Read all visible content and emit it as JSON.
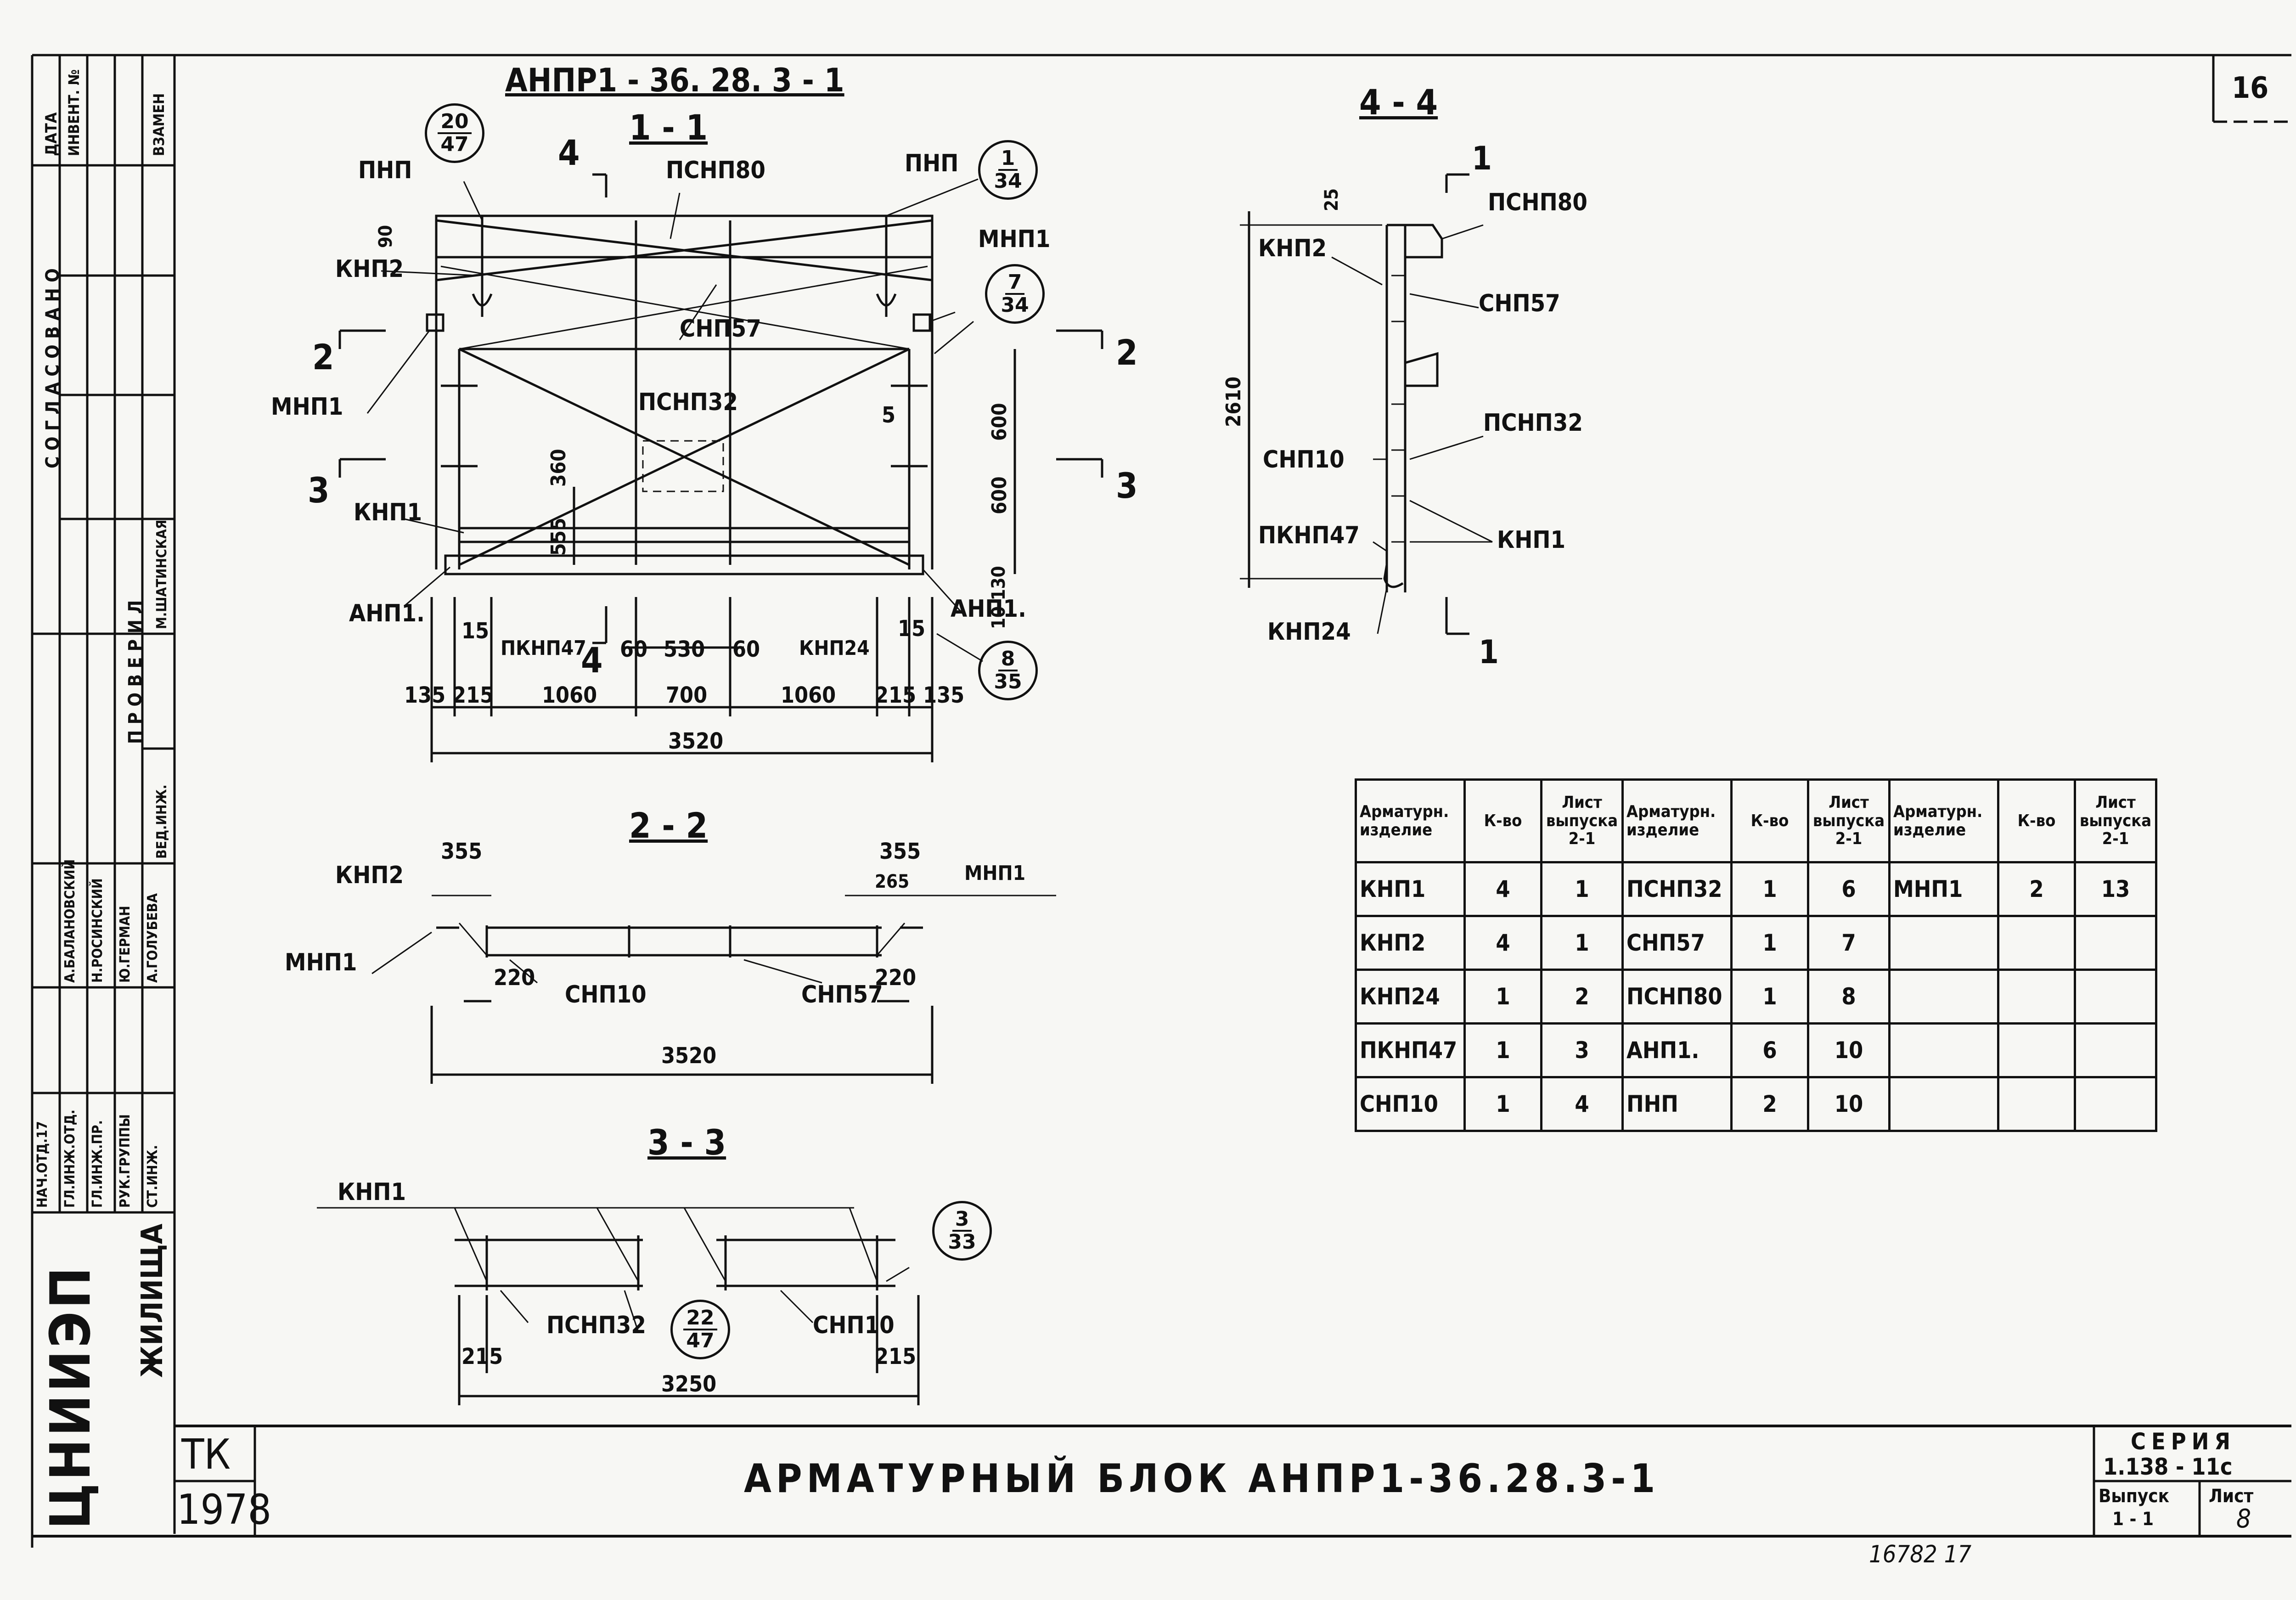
{
  "sheet": {
    "page_number": "16",
    "drawing_title": "АРМАТУРНЫЙ БЛОК АНПР1-36.28.3-1",
    "mark": "АНПР1 - 36. 28. 3 - 1",
    "sheet_ref": "16782   17"
  },
  "title_block": {
    "series_label": "СЕРИЯ",
    "series_value": "1.138 - 11с",
    "issue_label": "Выпуск",
    "issue_value": "1 - 1",
    "sheet_label": "Лист",
    "sheet_value": "8",
    "tk": "ТК",
    "year": "1978",
    "org": "ЦНИИЭП",
    "org_suffix": "ЖИЛИЩА"
  },
  "side_stamp": {
    "agreed": "С О Г Л А С О В А Н О",
    "date": "ДАТА",
    "inv": "ИНВЕНТ. №",
    "replace": "ВЗАМЕН",
    "checked": "П Р О В Е Р И Л",
    "roles": [
      "НАЧ.ОТД.17",
      "ГЛ.ИНЖ.ОТД.",
      "ГЛ.ИНЖ.ПР.",
      "РУК.ГРУППЫ",
      "СТ.ИНЖ.",
      "ВЕД.ИНЖ."
    ],
    "names": [
      "А.БАЛАНОВСКИЙ",
      "Н.РОСИНСКИЙ",
      "Ю.ГЕРМАН",
      "А.ГОЛУБЕВА",
      "М.ШАТИНСКАЯ"
    ]
  },
  "section_1_1": {
    "title": "1 - 1",
    "labels": {
      "pnp_l": "ПНП",
      "pnp_r": "ПНП",
      "psnp80": "ПСНП80",
      "knp2": "КНП2",
      "mnp1_r": "МНП1",
      "snp57": "СНП57",
      "mnp1_l": "МНП1",
      "psnp32": "ПСНП32",
      "knp1": "КНП1",
      "anp1_l": "АНП1.",
      "anp1_r": "АНП1.",
      "pknp47": "ПКНП47",
      "knp24": "КНП24",
      "cut4_top": "4",
      "cut4_bot": "4",
      "cut2_l": "2",
      "cut2_r": "2",
      "cut3_l": "3",
      "cut3_r": "3"
    },
    "dims": {
      "d90": "90",
      "d5": "5",
      "d600a": "600",
      "d600b": "600",
      "d360": "360",
      "d555": "555",
      "d10_130": "10 130",
      "d15a": "15",
      "d15b": "15",
      "d60a": "60",
      "d530": "530",
      "d60b": "60",
      "row1": [
        "135",
        "215",
        "1060",
        "700",
        "1060",
        "215",
        "135"
      ],
      "total": "3520"
    },
    "refs": [
      {
        "top": "20",
        "bot": "47"
      },
      {
        "top": "1",
        "bot": "34"
      },
      {
        "top": "7",
        "bot": "34"
      },
      {
        "top": "8",
        "bot": "35"
      }
    ]
  },
  "section_4_4": {
    "title": "4 - 4",
    "labels": {
      "psnp80": "ПСНП80",
      "knp2": "КНП2",
      "snp57": "СНП57",
      "psnp32": "ПСНП32",
      "snp10": "СНП10",
      "pknp47": "ПКНП47",
      "knp1": "КНП1",
      "knp24": "КНП24",
      "cut1_top": "1",
      "cut1_bot": "1"
    },
    "dims": {
      "d25": "25",
      "d2610": "2610"
    }
  },
  "section_2_2": {
    "title": "2 - 2",
    "labels": {
      "knp2": "КНП2",
      "mnp1_l": "МНП1",
      "mnp1_r": "МНП1",
      "snp10": "СНП10",
      "snp57": "СНП57"
    },
    "dims": {
      "d355a": "355",
      "d355b": "355",
      "d265": "265",
      "d220a": "220",
      "d220b": "220",
      "total": "3520"
    }
  },
  "section_3_3": {
    "title": "3 - 3",
    "labels": {
      "knp1": "КНП1",
      "psnp32": "ПСНП32",
      "snp10": "СНП10"
    },
    "dims": {
      "d215a": "215",
      "d215b": "215",
      "total": "3250"
    },
    "refs": [
      {
        "top": "22",
        "bot": "47"
      },
      {
        "top": "3",
        "bot": "33"
      }
    ]
  },
  "spec_table": {
    "headers": [
      "Арматурн. изделие",
      "К-во",
      "Лист выпуска 2-1",
      "Арматурн. изделие",
      "К-во",
      "Лист выпуска 2-1",
      "Арматурн. изделие",
      "К-во",
      "Лист выпуска 2-1"
    ],
    "rows": [
      [
        "КНП1",
        "4",
        "1",
        "ПСНП32",
        "1",
        "6",
        "МНП1",
        "2",
        "13"
      ],
      [
        "КНП2",
        "4",
        "1",
        "СНП57",
        "1",
        "7",
        "",
        "",
        ""
      ],
      [
        "КНП24",
        "1",
        "2",
        "ПСНП80",
        "1",
        "8",
        "",
        "",
        ""
      ],
      [
        "ПКНП47",
        "1",
        "3",
        "АНП1.",
        "6",
        "10",
        "",
        "",
        ""
      ],
      [
        "СНП10",
        "1",
        "4",
        "ПНП",
        "2",
        "10",
        "",
        "",
        ""
      ]
    ]
  }
}
